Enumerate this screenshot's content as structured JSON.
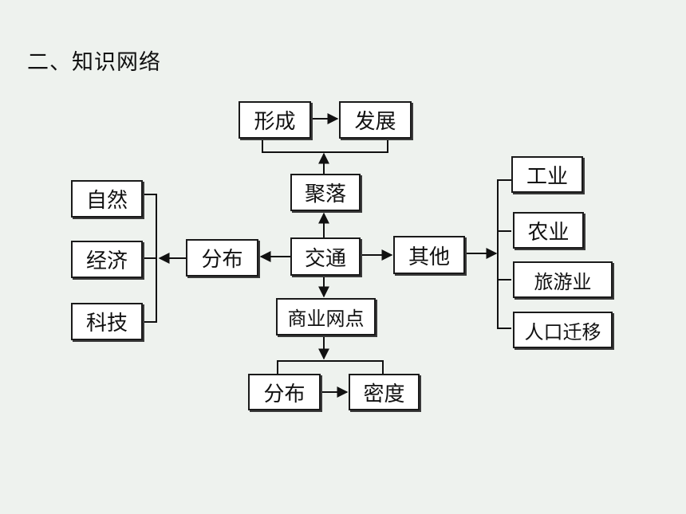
{
  "title": "二、知识网络",
  "nodes": {
    "jiaotong": "交通",
    "juluo": "聚落",
    "xingcheng": "形成",
    "fazhan": "发展",
    "fenbu_left": "分布",
    "ziran": "自然",
    "jingji": "经济",
    "keji": "科技",
    "qita": "其他",
    "gongye": "工业",
    "nongye": "农业",
    "lvyouye": "旅游业",
    "renkou": "人口迁移",
    "shangye": "商业网点",
    "fenbu_bottom": "分布",
    "midu": "密度"
  }
}
